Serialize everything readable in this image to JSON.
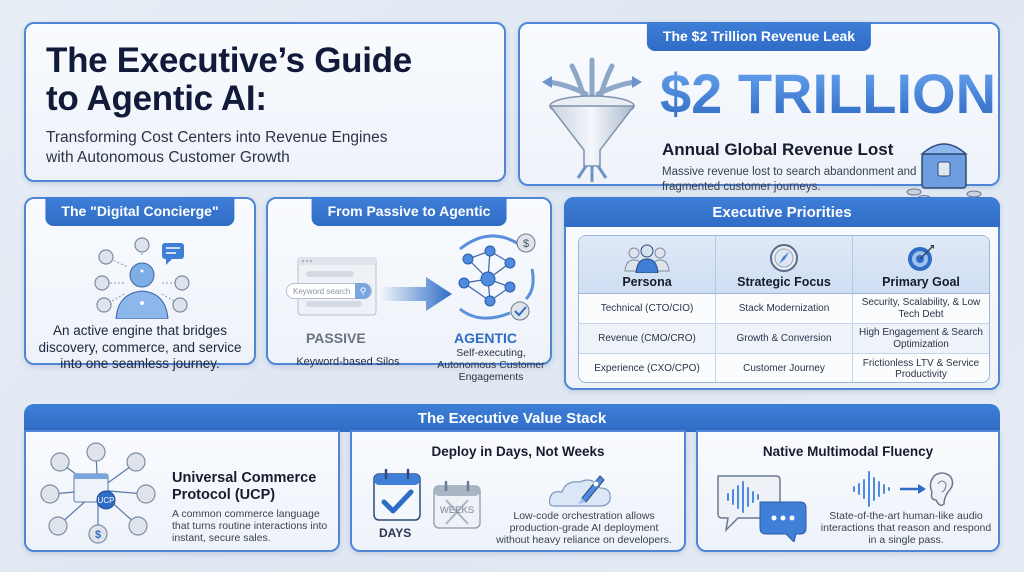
{
  "title_card": {
    "title_line1": "The Executive’s Guide",
    "title_line2": "to Agentic AI:",
    "subtitle_line1": "Transforming Cost Centers into Revenue Engines",
    "subtitle_line2": "with Autonomous Customer Growth"
  },
  "leak_card": {
    "tab": "The $2 Trillion Revenue Leak",
    "big_number": "$2 TRILLION",
    "heading": "Annual Global Revenue Lost",
    "description": "Massive revenue lost to search abandonment and fragmented customer journeys.",
    "icons": [
      "funnel-icon",
      "treasure-chest-icon"
    ]
  },
  "concierge_card": {
    "tab": "The \"Digital Concierge\"",
    "description": "An active engine that bridges discovery, commerce, and service into one seamless journey.",
    "icons": [
      "ai-agent-icon",
      "chat-bubble-icon",
      "cart-icon",
      "handshake-icon",
      "calendar-icon",
      "card-icon"
    ]
  },
  "passive_agentic_card": {
    "tab": "From Passive to Agentic",
    "search_placeholder": "Keyword search",
    "passive_label": "PASSIVE",
    "passive_desc": "Keyword-based Silos",
    "agentic_label": "AGENTIC",
    "agentic_desc": "Self-executing, Autonomous Customer Engagements"
  },
  "priorities_card": {
    "tab": "Executive Priorities",
    "columns": [
      {
        "label": "Persona",
        "icon": "people-icon"
      },
      {
        "label": "Strategic Focus",
        "icon": "compass-icon"
      },
      {
        "label": "Primary Goal",
        "icon": "target-icon"
      }
    ],
    "rows": [
      [
        "Technical (CTO/CIO)",
        "Stack Modernization",
        "Security, Scalability, & Low Tech Debt"
      ],
      [
        "Revenue (CMO/CRO)",
        "Growth & Conversion",
        "High Engagement & Search Optimization"
      ],
      [
        "Experience (CXO/CPO)",
        "Customer Journey",
        "Frictionless LTV & Service Productivity"
      ]
    ]
  },
  "value_stack": {
    "title": "The Executive Value Stack",
    "ucp": {
      "title_line1": "Universal Commerce",
      "title_line2": "Protocol (UCP)",
      "description": "A common commerce language that turns routine interactions into instant, secure sales."
    },
    "deploy": {
      "title": "Deploy in Days, Not Weeks",
      "days_label": "DAYS",
      "weeks_label": "WEEKS",
      "description": "Low-code orchestration allows production-grade AI deployment without heavy reliance on developers."
    },
    "multimodal": {
      "title": "Native Multimodal Fluency",
      "description": "State-of-the-art human-like audio interactions that reason and respond in a single pass."
    }
  },
  "colors": {
    "accent": "#2f6cc6",
    "border": "#4f86d6",
    "title_text": "#111a38",
    "background": "#e3eaf4"
  }
}
